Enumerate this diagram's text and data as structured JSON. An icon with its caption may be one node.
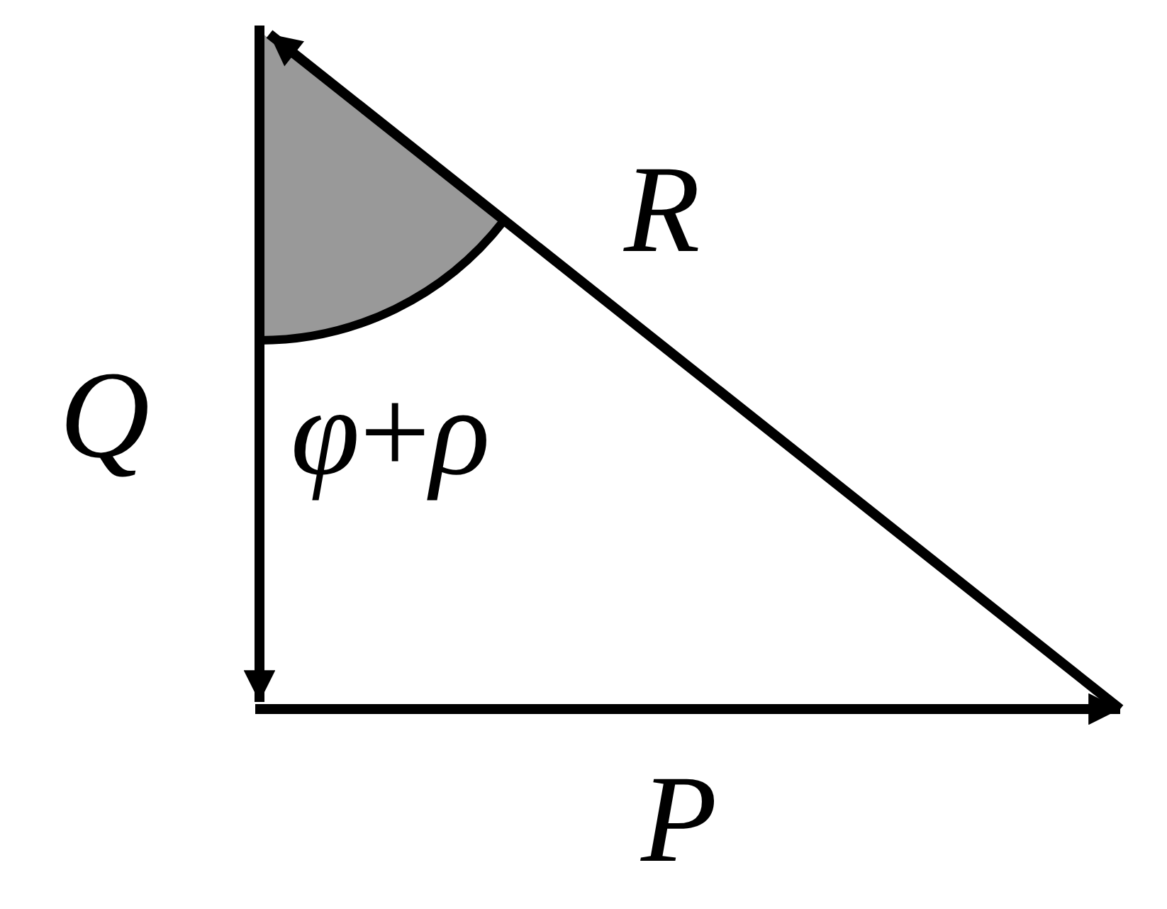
{
  "diagram": {
    "labels": [
      "R",
      "Q",
      "*φ*+*ρ*",
      "P"
    ]
  }
}
